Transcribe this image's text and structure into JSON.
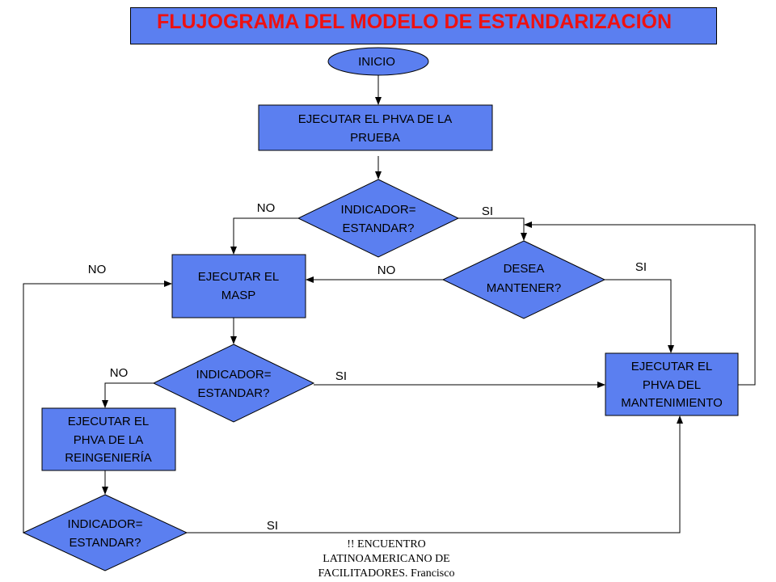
{
  "title": "FLUJOGRAMA DEL MODELO DE ESTANDARIZACIÓN",
  "colors": {
    "shape_fill": "#5b7ff0",
    "title_text": "#ee1111",
    "line": "#000000"
  },
  "nodes": {
    "inicio": "INICIO",
    "ejecutar_phva_prueba": [
      "EJECUTAR EL PHVA  DE LA",
      "PRUEBA"
    ],
    "indicador_1": [
      "INDICADOR=",
      "ESTANDAR?"
    ],
    "ejecutar_masp": [
      "EJECUTAR EL",
      "MASP"
    ],
    "desea_mantener": [
      "DESEA",
      "MANTENER?"
    ],
    "indicador_2": [
      "INDICADOR=",
      "ESTANDAR?"
    ],
    "ejecutar_phva_mantenimiento": [
      "EJECUTAR EL",
      "PHVA  DEL",
      "MANTENIMIENTO"
    ],
    "ejecutar_phva_reingenieria": [
      "EJECUTAR EL",
      "PHVA  DE LA",
      "REINGENIERÍA"
    ],
    "indicador_3": [
      "INDICADOR=",
      "ESTANDAR?"
    ]
  },
  "labels": {
    "no_indicador_1": "NO",
    "si_indicador_1": "SI",
    "no_masp_loop": "NO",
    "no_desea_mantener": "NO",
    "si_desea_mantener": "SI",
    "no_indicador_2": "NO",
    "si_indicador_2": "SI",
    "si_indicador_3": "SI"
  },
  "footer": [
    "!! ENCUENTRO",
    "LATINOAMERICANO DE",
    "FACILITADORES. Francisco"
  ]
}
